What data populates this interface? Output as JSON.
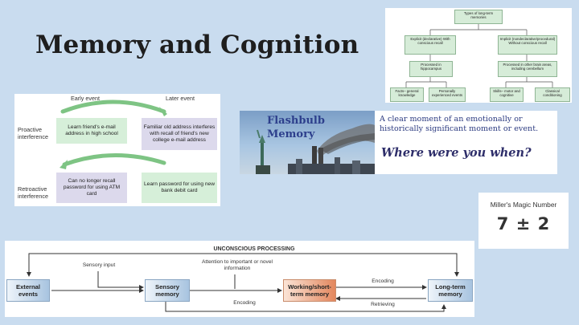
{
  "title": "Memory and Cognition",
  "types_diagram": {
    "root": "Types of long-term memories",
    "explicit": "Explicit (declarative) With conscious recall",
    "implicit": "Implicit (nondeclarative/procedural) Without conscious recall",
    "hippocampus": "Processed in hippocampus",
    "other_areas": "Processed in other brain areas, including cerebellum",
    "facts": "Facts– general knowledge",
    "personal": "Personally experienced events",
    "skills": "Skills– motor and cognitive",
    "classical": "Classical conditioning"
  },
  "interference": {
    "early_event": "Early event",
    "later_event": "Later event",
    "proactive": "Proactive interference",
    "retroactive": "Retroactive interference",
    "box_learn_email": "Learn friend's e-mail address in high school",
    "box_familiar": "Familiar old address interferes with recall of friend's new college e-mail address",
    "box_no_recall": "Can no longer recall password for using ATM card",
    "box_learn_password": "Learn password for using new bank debit card"
  },
  "flashbulb": {
    "title_line1": "Flashbulb",
    "title_line2": "Memory",
    "description": "A clear moment of an emotionally or historically significant moment or event.",
    "question": "Where were you when?"
  },
  "miller": {
    "title": "Miller's Magic Number",
    "number": "7 ± 2"
  },
  "processing": {
    "header": "UNCONSCIOUS PROCESSING",
    "sensory_input": "Sensory input",
    "attention": "Attention to important or novel information",
    "external": "External events",
    "sensory": "Sensory memory",
    "working": "Working/short-term memory",
    "longterm": "Long-term memory",
    "encoding_top": "Encoding",
    "encoding_bottom": "Encoding",
    "retrieving": "Retrieving"
  }
}
